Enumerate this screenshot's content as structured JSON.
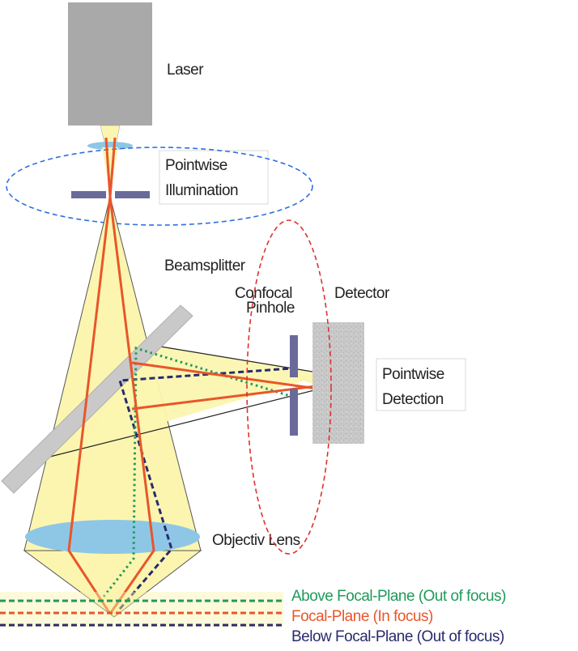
{
  "labels": {
    "laser": "Laser",
    "pointwise_illumination_line1": "Pointwise",
    "pointwise_illumination_line2": "Illumination",
    "beamsplitter": "Beamsplitter",
    "confocal_pinhole_line1": "Confocal",
    "confocal_pinhole_line2": "Pinhole",
    "detector": "Detector",
    "pointwise_detection_line1": "Pointwise",
    "pointwise_detection_line2": "Detection",
    "objective_lens": "Objectiv Lens"
  },
  "legend": {
    "above": "Above Focal-Plane (Out of focus)",
    "focal": "Focal-Plane (In focus)",
    "below": "Below Focal-Plane (Out of focus)"
  },
  "colors": {
    "above": "#1f9a5a",
    "focal": "#e8562a",
    "below": "#2a2a6e",
    "cone_fill": "#fbf5b0",
    "lens_fill": "#8ec7e6",
    "laser_gray": "#a9a9a9",
    "pinhole": "#6a6a9a",
    "ellipse_blue": "#2f6fdf",
    "ellipse_red": "#e03030"
  }
}
